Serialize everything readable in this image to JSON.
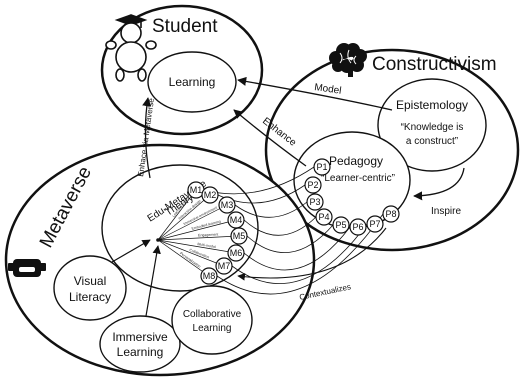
{
  "regions": {
    "student": "Student",
    "constructivism": "Constructivism",
    "metaverse": "Metaverse"
  },
  "concepts": {
    "learning": "Learning",
    "epistemology": "Epistemology",
    "epistemology_quote_1": "“Knowledge is",
    "epistemology_quote_2": "a construct”",
    "pedagogy": "Pedagogy",
    "pedagogy_quote": "“Learner-centric”",
    "theory_line_1": "Edu-Metaverse",
    "theory_line_2": "Theory",
    "visual_literacy_1": "Visual",
    "visual_literacy_2": "Literacy",
    "immersive_learning_1": "Immersive",
    "immersive_learning_2": "Learning",
    "collaborative_learning_1": "Collaborative",
    "collaborative_learning_2": "Learning"
  },
  "edge_labels": {
    "model": "Model",
    "enhance": "Enhance",
    "enhance_via_metaverse": "Enhace via Metaverse",
    "inspire": "Inspire",
    "contextualizes": "Contextualizes"
  },
  "principles": [
    "P1",
    "P2",
    "P3",
    "P4",
    "P5",
    "P6",
    "P7",
    "P8"
  ],
  "metaverse_nodes": [
    "M1",
    "M2",
    "M3",
    "M4",
    "M5",
    "M6",
    "M7",
    "M8"
  ],
  "ray_labels": [
    "Learning theory",
    "Interaction design",
    "Immersive environment",
    "Embodied learning",
    "Engagement",
    "Multi-modal",
    "Collaboration",
    "Personalization"
  ]
}
